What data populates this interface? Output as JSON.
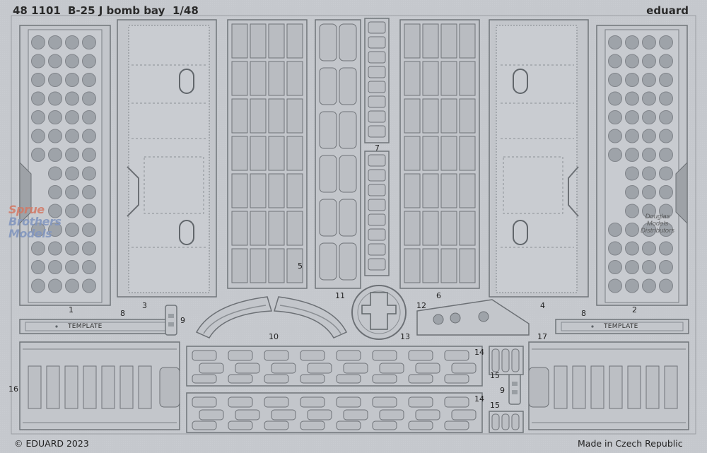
{
  "header": {
    "code": "48 1101",
    "title": "B-25 J bomb bay",
    "scale": "1/48",
    "brand": "eduard"
  },
  "part_numbers": {
    "p1": "1",
    "p2": "2",
    "p3": "3",
    "p4": "4",
    "p5": "5",
    "p6": "6",
    "p7": "7",
    "p8a": "8",
    "p8b": "8",
    "p9a": "9",
    "p9b": "9",
    "p10": "10",
    "p11": "11",
    "p12": "12",
    "p13": "13",
    "p14a": "14",
    "p14b": "14",
    "p15a": "15",
    "p15b": "15",
    "p16": "16",
    "p17": "17"
  },
  "templates": {
    "left": "TEMPLATE",
    "right": "TEMPLATE"
  },
  "footer": {
    "copyright": "© EDUARD 2023",
    "origin": "Made in Czech Republic"
  },
  "watermarks": {
    "spb_line1": "Sprue",
    "spb_line2": "Brothers",
    "spb_line3": "Models",
    "dmd_line1": "Douglas",
    "dmd_line2": "Models",
    "dmd_line3": "Distributors"
  },
  "colors": {
    "fret": "#c6c9ce",
    "part": "#c4c7cc",
    "outline": "#6f7378",
    "hole": "#9ea3a9",
    "shadow": "#80848a"
  }
}
